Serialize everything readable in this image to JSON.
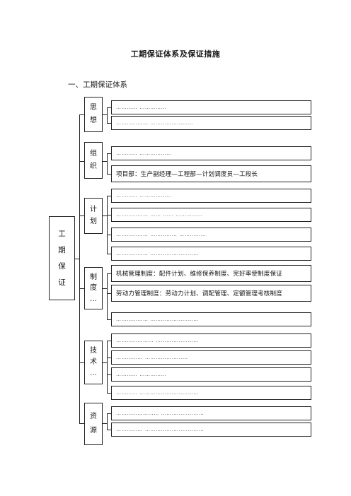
{
  "document": {
    "title": "工期保证体系及保证措施",
    "section_heading": "一、工期保证体系"
  },
  "root": {
    "label_chars": [
      "工",
      "期",
      "保",
      "证"
    ]
  },
  "categories": [
    {
      "chars": [
        "思",
        "想"
      ],
      "items": [
        {
          "text": "………… ……………"
        },
        {
          "text": "……………… ……………………"
        }
      ]
    },
    {
      "chars": [
        "组",
        "织"
      ],
      "items": [
        {
          "text": "………… ………………"
        },
        {
          "text": "项目部：生产副经理—工程部—计划调度员—工段长"
        }
      ]
    },
    {
      "chars": [
        "计",
        "划"
      ],
      "items": [
        {
          "text": "………… ………………"
        },
        {
          "text": "……………… …… …… ……………"
        },
        {
          "text": "……………… …………… ……………"
        },
        {
          "text": "……………… ………………………"
        }
      ]
    },
    {
      "chars": [
        "制",
        "度",
        "…"
      ],
      "items": [
        {
          "text": "机械管理制度：配件计划、维修保养制度、完好率使制度保证"
        },
        {
          "text": "劳动力管理制度：劳动力计划、调配管理、定额管理考核制度"
        },
        {
          "text": "……………… ………………………"
        }
      ]
    },
    {
      "chars": [
        "技",
        "术",
        "…"
      ],
      "items": [
        {
          "text": "………………… ……………………"
        },
        {
          "text": "…………… ……………………"
        },
        {
          "text": "………… ……………"
        },
        {
          "text": "………… ……………………………"
        }
      ]
    },
    {
      "chars": [
        "资",
        "源"
      ],
      "items": [
        {
          "text": "…………………… ……………………"
        },
        {
          "text": "…………… ……………………………"
        }
      ]
    }
  ]
}
